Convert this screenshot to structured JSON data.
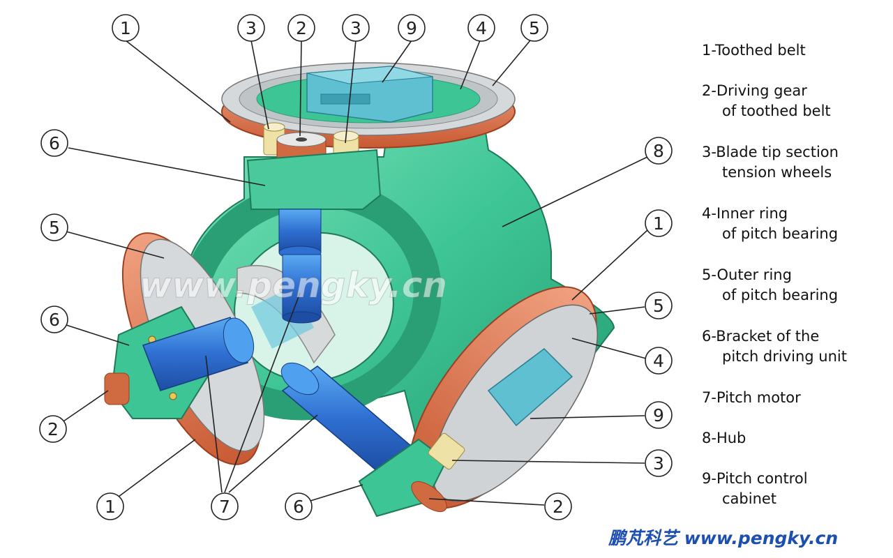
{
  "legend": [
    {
      "num": "1",
      "line1": "1-Toothed belt",
      "line2": ""
    },
    {
      "num": "2",
      "line1": "2-Driving gear",
      "line2": "of toothed belt"
    },
    {
      "num": "3",
      "line1": "3-Blade tip section",
      "line2": "tension wheels"
    },
    {
      "num": "4",
      "line1": "4-Inner ring",
      "line2": "of pitch bearing"
    },
    {
      "num": "5",
      "line1": "5-Outer ring",
      "line2": "of pitch bearing"
    },
    {
      "num": "6",
      "line1": "6-Bracket of the",
      "line2": "pitch driving unit"
    },
    {
      "num": "7",
      "line1": "7-Pitch motor",
      "line2": ""
    },
    {
      "num": "8",
      "line1": "8-Hub",
      "line2": ""
    },
    {
      "num": "9",
      "line1": "9-Pitch control",
      "line2": "cabinet"
    }
  ],
  "callouts": [
    "1",
    "3",
    "2",
    "3",
    "9",
    "4",
    "5",
    "6",
    "8",
    "5",
    "1",
    "6",
    "5",
    "4",
    "2",
    "9",
    "3",
    "1",
    "7",
    "6",
    "2"
  ],
  "watermark": "www.pengky.cn",
  "footer": "鹏芃科艺 www.pengky.cn",
  "colors": {
    "hub": "#3ec596",
    "hub_dark": "#2a9e74",
    "hub_light": "#8ee8c2",
    "belt": "#e07a55",
    "belt_dark": "#c5532e",
    "bearing": "#cfd3d6",
    "motor": "#2f6fd1",
    "motor_light": "#4fa0ef",
    "cabinet": "#5fc0d2",
    "tension_wheel": "#efe2a6",
    "footer_text": "#1d4fb0"
  }
}
